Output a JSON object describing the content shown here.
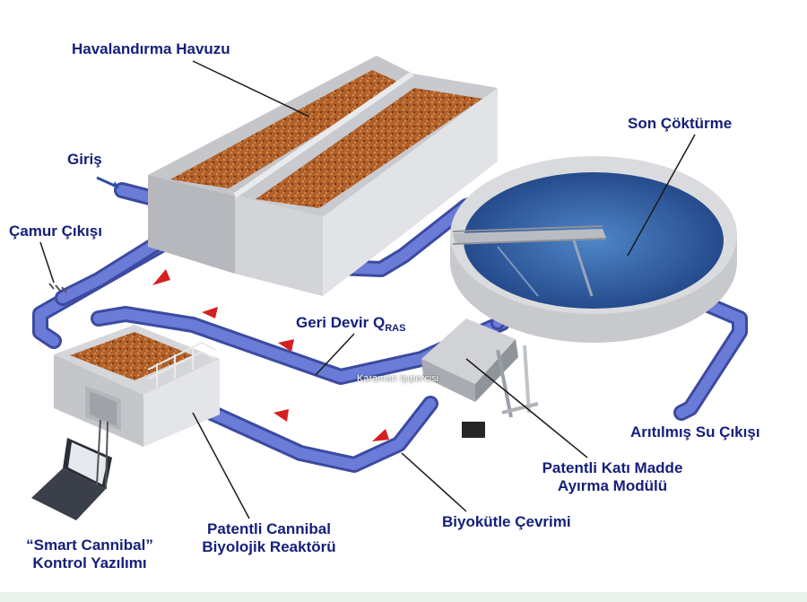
{
  "labels": {
    "aeration_tank": "Havalandırma Havuzu",
    "inlet": "Giriş",
    "sludge_outlet": "Çamur Çıkışı",
    "final_clarifier": "Son Çöktürme",
    "return_flow": "Geri Devir Q",
    "return_flow_sub": "RAS",
    "treated_water_outlet": "Arıtılmış Su Çıkışı",
    "solids_separation_line1": "Patentli Katı Madde",
    "solids_separation_line2": "Ayırma Modülü",
    "biomass_cycle": "Biyokütle Çevrimi",
    "reactor_line1": "Patentli Cannibal",
    "reactor_line2": "Biyolojik Reaktörü",
    "software_line1": "“Smart Cannibal”",
    "software_line2": "Kontrol Yazılımı"
  },
  "watermark": "Karaman Işıpercisi",
  "colors": {
    "pipe": "#5a6cc8",
    "pipe_dark": "#3c4aa0",
    "concrete": "#d2d4d8",
    "sludge": "#a85a28",
    "water": "#2e5fa6",
    "label": "#15207a",
    "flow_arrow": "#d42020"
  }
}
